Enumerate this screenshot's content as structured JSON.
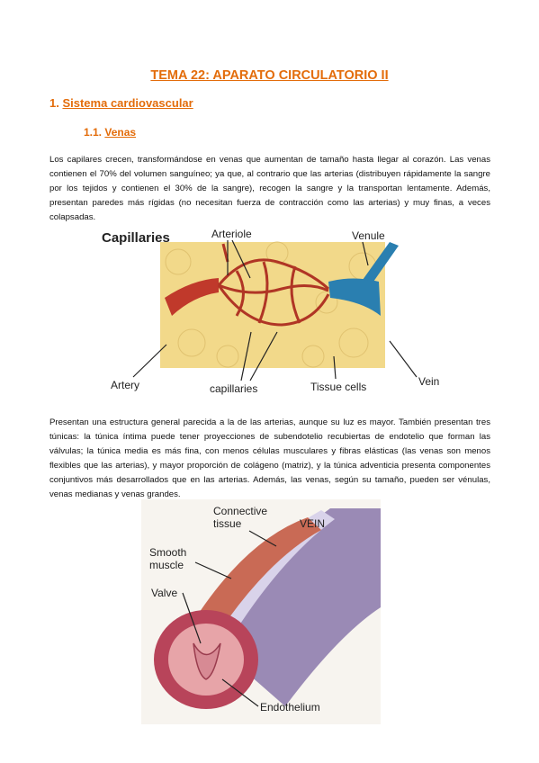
{
  "doc": {
    "title": "TEMA 22: APARATO CIRCULATORIO II",
    "section": {
      "num": "1.",
      "label": "Sistema cardiovascular"
    },
    "subsection": {
      "num": "1.1.",
      "label": "Venas"
    },
    "paragraph1": "Los capilares crecen, transformándose en venas que aumentan de tamaño hasta llegar al corazón. Las venas contienen el 70% del volumen sanguíneo; ya que, al contrario que las arterias (distribuyen rápidamente la sangre por los tejidos y contienen el 30% de la sangre), recogen la sangre y la transportan lentamente. Además, presentan paredes más rígidas (no necesitan fuerza de contracción como las arterias) y muy finas, a veces colapsadas.",
    "paragraph2": "Presentan una estructura general parecida a la de las arterias, aunque su luz es mayor. También presentan tres túnicas: la túnica íntima puede tener proyecciones de subendotelio recubiertas de endotelio que forman las válvulas; la túnica media es más fina, con menos células musculares y fibras elásticas (las venas son menos flexibles que las arterias), y mayor proporción de colágeno (matriz), y la túnica adventicia presenta componentes conjuntivos más desarrollados que en las arterias. Además, las venas, según su tamaño, pueden ser vénulas, venas medianas y venas grandes."
  },
  "figure1": {
    "title": "Capillaries",
    "labels": {
      "arteriole": "Arteriole",
      "venule": "Venule",
      "artery": "Artery",
      "capillaries": "capillaries",
      "tissue_cells": "Tissue cells",
      "vein": "Vein"
    }
  },
  "figure2": {
    "labels": {
      "connective_1": "Connective",
      "connective_2": "tissue",
      "vein": "VEIN",
      "smooth_1": "Smooth",
      "smooth_2": "muscle",
      "valve": "Valve",
      "endothelium": "Endothelium"
    }
  },
  "colors": {
    "heading": "#e36c0a",
    "artery": "#c0392b",
    "vein": "#2a7fb0",
    "tissue": "#f2d98a"
  }
}
